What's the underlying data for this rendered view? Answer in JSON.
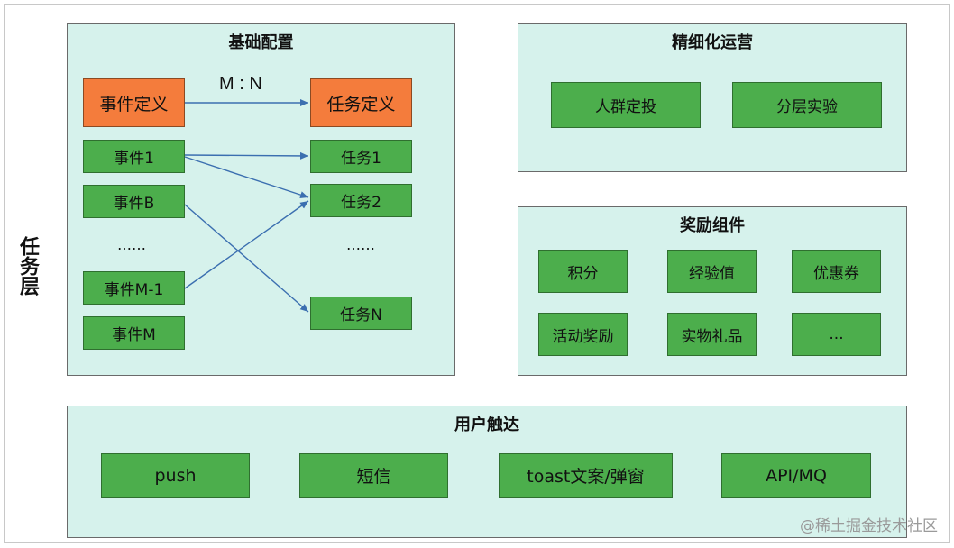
{
  "layer_label": "任务层",
  "basic_config": {
    "title": "基础配置",
    "event_def": "事件定义",
    "task_def": "任务定义",
    "relation": "M : N",
    "events": [
      "事件1",
      "事件B",
      "事件M-1",
      "事件M"
    ],
    "event_ellipsis": "……",
    "tasks": [
      "任务1",
      "任务2",
      "任务N"
    ],
    "task_ellipsis": "……"
  },
  "fine_ops": {
    "title": "精细化运营",
    "items": [
      "人群定投",
      "分层实验"
    ]
  },
  "rewards": {
    "title": "奖励组件",
    "items": [
      "积分",
      "经验值",
      "优惠券",
      "活动奖励",
      "实物礼品",
      "..."
    ]
  },
  "user_reach": {
    "title": "用户触达",
    "items": [
      "push",
      "短信",
      "toast文案/弹窗",
      "API/MQ"
    ]
  },
  "watermark": "@稀土掘金技术社区",
  "colors": {
    "panel_bg": "#d6f2ec",
    "green_box": "#4cae4c",
    "orange_box": "#f47c3c",
    "arrow": "#3b6fb0"
  }
}
